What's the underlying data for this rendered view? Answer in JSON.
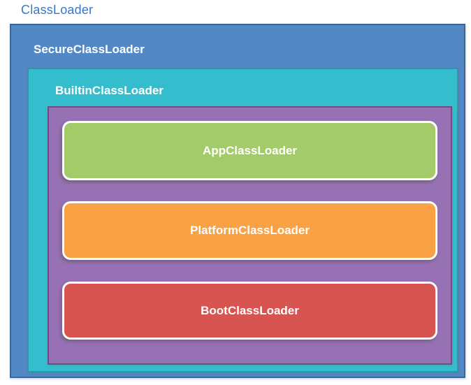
{
  "diagram": {
    "title": "ClassLoader",
    "title_color": "#3a76c2",
    "layers": [
      {
        "label": "SecureClassLoader",
        "fill": "#5289c5",
        "border": "#3a669f"
      },
      {
        "label": "BuiltinClassLoader",
        "fill": "#34becd",
        "border": "#2898aa"
      },
      {
        "label": "",
        "fill": "#9671b3",
        "border": "#6b4c85"
      }
    ],
    "leaf_nodes": [
      {
        "label": "AppClassLoader",
        "fill": "#a3cb69"
      },
      {
        "label": "PlatformClassLoader",
        "fill": "#f9a245"
      },
      {
        "label": "BootClassLoader",
        "fill": "#d85451"
      }
    ]
  }
}
